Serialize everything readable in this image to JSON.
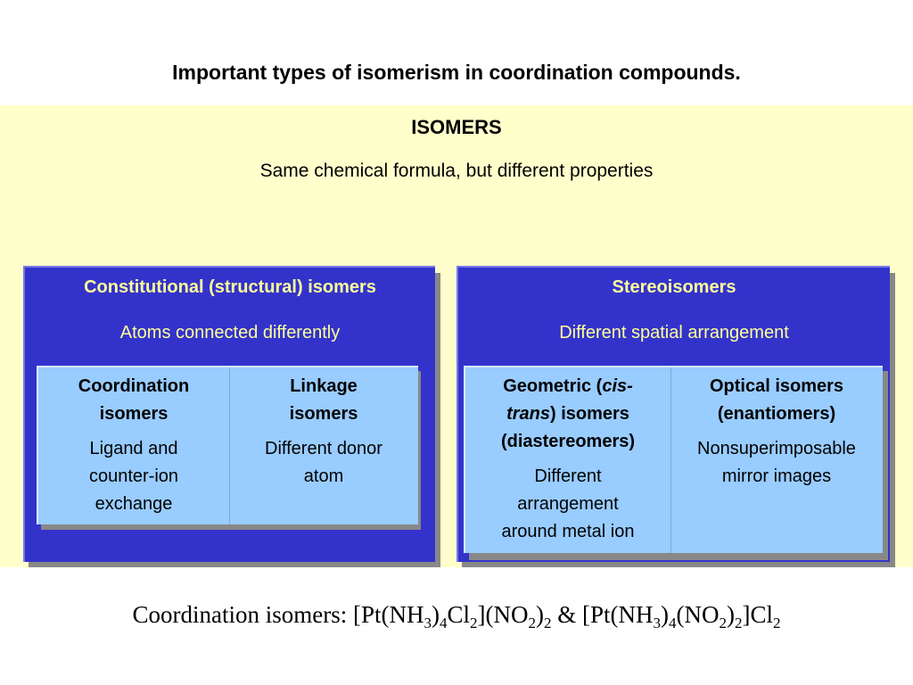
{
  "slide": {
    "title": "Important types of isomerism in coordination compounds."
  },
  "isomers": {
    "heading": "ISOMERS",
    "definition": "Same chemical formula, but different properties"
  },
  "constitutional": {
    "title": "Constitutional (structural) isomers",
    "subtitle": "Atoms connected differently",
    "coordination": {
      "head_line1": "Coordination",
      "head_line2": "isomers",
      "body_line1": "Ligand and",
      "body_line2": "counter-ion",
      "body_line3": "exchange"
    },
    "linkage": {
      "head_line1": "Linkage",
      "head_line2": "isomers",
      "body_line1": "Different donor",
      "body_line2": "atom"
    }
  },
  "stereo": {
    "title": "Stereoisomers",
    "subtitle": "Different spatial arrangement",
    "geometric": {
      "head_a": "Geometric (",
      "head_b": "cis-",
      "head_c": "trans",
      "head_d": ") isomers",
      "head_line3": "(diastereomers)",
      "body_line1": "Different",
      "body_line2": "arrangement",
      "body_line3": "around metal ion"
    },
    "optical": {
      "head_line1": "Optical isomers",
      "head_line2": "(enantiomers)",
      "body_line1": "Nonsuperimposable",
      "body_line2": "mirror images"
    }
  },
  "footnote": {
    "label": "Coordination isomers: ",
    "f1_open": "[Pt(NH",
    "f1_s1": "3",
    "f1_close": ")",
    "f1_s2": "4",
    "f1_cl": "Cl",
    "f1_s3": "2",
    "f1_no2": "](NO",
    "f1_s4": "2",
    "f1_end": ")",
    "f1_s5": "2",
    "amp": " & ",
    "f2_open": "[Pt(NH",
    "f2_s1": "3",
    "f2_close": ")",
    "f2_s2": "4",
    "f2_no2": "(NO",
    "f2_s3": "2",
    "f2_end": ")",
    "f2_s4": "2",
    "f2_cl": "]Cl",
    "f2_s5": "2"
  }
}
